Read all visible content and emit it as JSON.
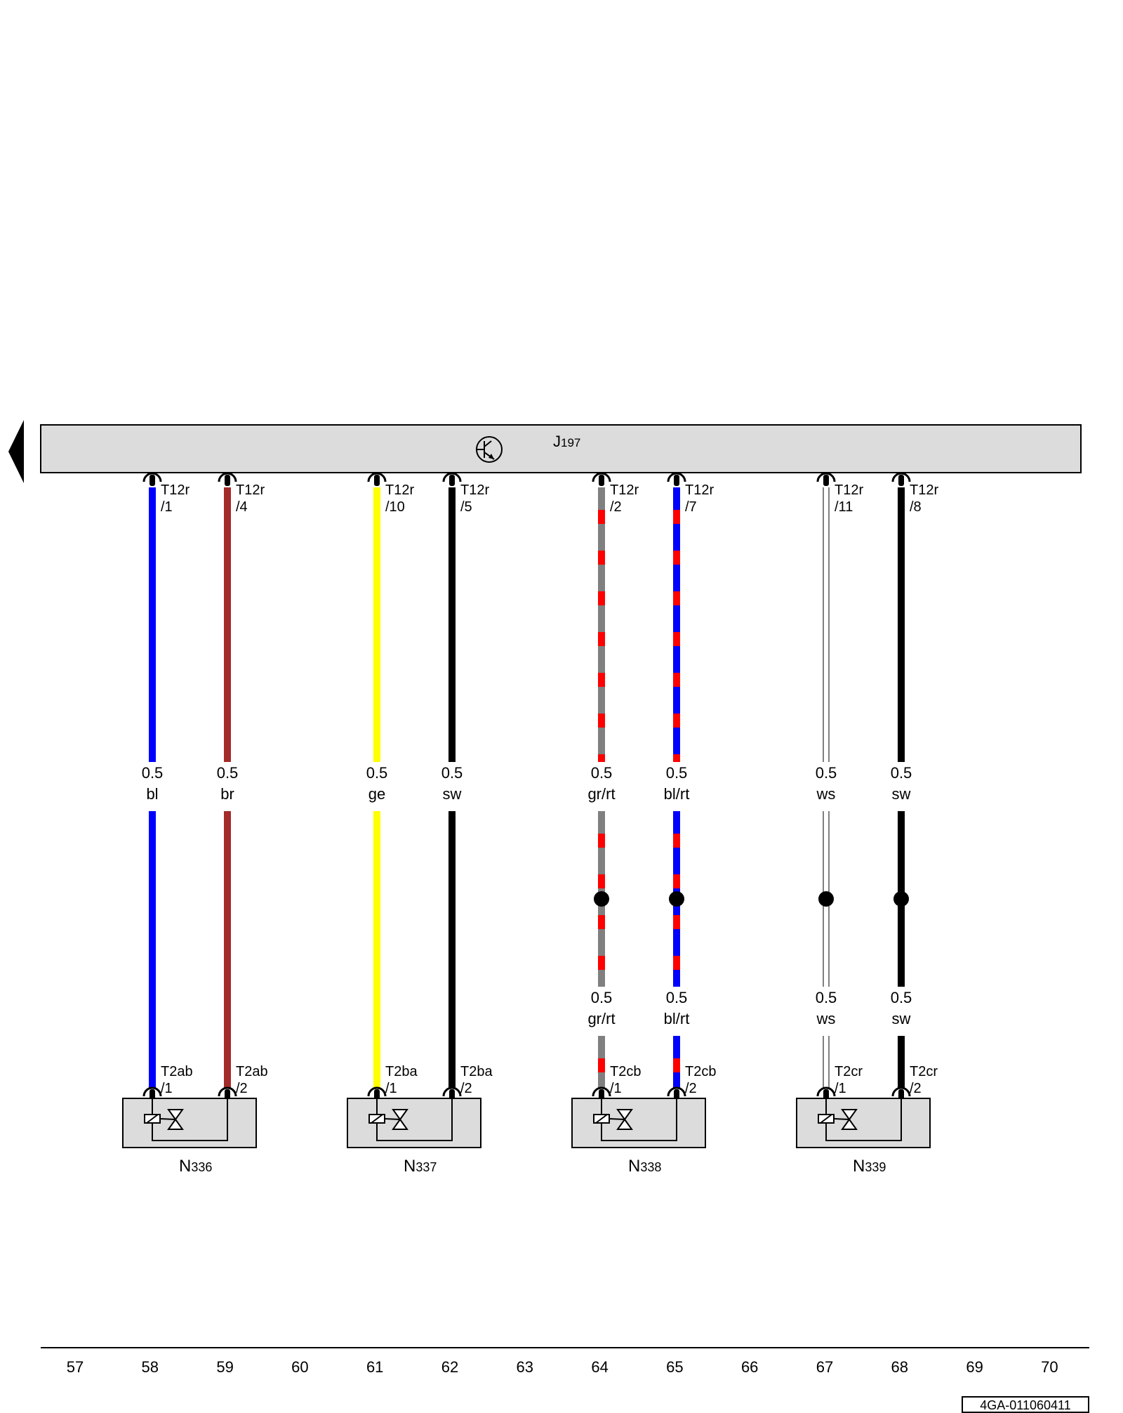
{
  "control_unit": {
    "label_prefix": "J",
    "label_number": "197",
    "icon": "transistor-icon"
  },
  "connector_j197": "T12r",
  "wires": [
    {
      "id": "w1",
      "top_pin": "/1",
      "size": "0.5",
      "color_code": "bl",
      "colors": [
        "#0000ff"
      ],
      "bottom_connector": "T2ab",
      "bottom_pin": "/1",
      "component": "N336",
      "junction": false,
      "lower_label": false
    },
    {
      "id": "w2",
      "top_pin": "/4",
      "size": "0.5",
      "color_code": "br",
      "colors": [
        "#a52a2a"
      ],
      "bottom_connector": "T2ab",
      "bottom_pin": "/2",
      "component": "N336",
      "junction": false,
      "lower_label": false
    },
    {
      "id": "w3",
      "top_pin": "/10",
      "size": "0.5",
      "color_code": "ge",
      "colors": [
        "#ffff00"
      ],
      "bottom_connector": "T2ba",
      "bottom_pin": "/1",
      "component": "N337",
      "junction": false,
      "lower_label": false
    },
    {
      "id": "w4",
      "top_pin": "/5",
      "size": "0.5",
      "color_code": "sw",
      "colors": [
        "#000000"
      ],
      "bottom_connector": "T2ba",
      "bottom_pin": "/2",
      "component": "N337",
      "junction": false,
      "lower_label": false
    },
    {
      "id": "w5",
      "top_pin": "/2",
      "size": "0.5",
      "color_code": "gr/rt",
      "colors": [
        "#808080",
        "#ff0000"
      ],
      "bottom_connector": "T2cb",
      "bottom_pin": "/1",
      "component": "N338",
      "junction": true,
      "lower_label": true
    },
    {
      "id": "w6",
      "top_pin": "/7",
      "size": "0.5",
      "color_code": "bl/rt",
      "colors": [
        "#0000ff",
        "#ff0000"
      ],
      "bottom_connector": "T2cb",
      "bottom_pin": "/2",
      "component": "N338",
      "junction": true,
      "lower_label": true
    },
    {
      "id": "w7",
      "top_pin": "/11",
      "size": "0.5",
      "color_code": "ws",
      "colors": [
        "#ffffff"
      ],
      "bottom_connector": "T2cr",
      "bottom_pin": "/1",
      "component": "N339",
      "junction": true,
      "lower_label": true
    },
    {
      "id": "w8",
      "top_pin": "/8",
      "size": "0.5",
      "color_code": "sw",
      "colors": [
        "#000000"
      ],
      "bottom_connector": "T2cr",
      "bottom_pin": "/2",
      "component": "N339",
      "junction": true,
      "lower_label": true
    }
  ],
  "components": [
    {
      "prefix": "N",
      "number": "336"
    },
    {
      "prefix": "N",
      "number": "337"
    },
    {
      "prefix": "N",
      "number": "338"
    },
    {
      "prefix": "N",
      "number": "339"
    }
  ],
  "ruler": [
    "57",
    "58",
    "59",
    "60",
    "61",
    "62",
    "63",
    "64",
    "65",
    "66",
    "67",
    "68",
    "69",
    "70"
  ],
  "sheet_id": "4GA-011060411"
}
